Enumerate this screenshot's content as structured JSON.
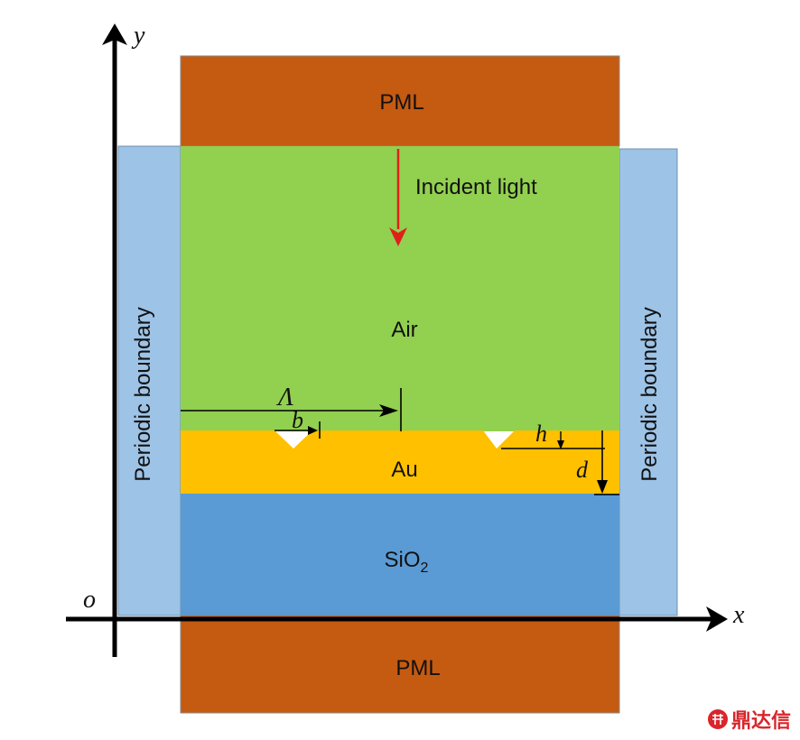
{
  "regions": {
    "pml_top": "PML",
    "pml_bottom": "PML",
    "air": "Air",
    "au": "Au",
    "sio2_base": "SiO",
    "sio2_sub": "2",
    "periodic_left": "Periodic boundary",
    "periodic_right": "Periodic boundary"
  },
  "annotations": {
    "incident": "Incident light",
    "period": "Λ",
    "width": "b",
    "depth": "h",
    "thickness": "d"
  },
  "axes": {
    "x": "x",
    "y": "y",
    "origin": "o"
  },
  "watermark": {
    "text": "鼎达信"
  },
  "colors": {
    "pml": "#c55a11",
    "air": "#92d050",
    "gold": "#ffc000",
    "sio2": "#5b9bd5",
    "periodic": "#9dc3e6",
    "arrow_red": "#e0201b",
    "watermark": "#d9252b"
  }
}
